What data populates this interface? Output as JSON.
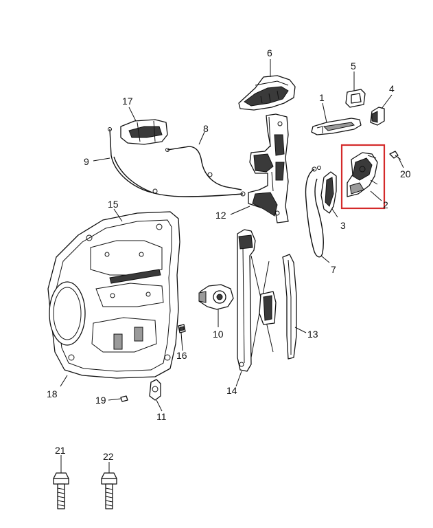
{
  "diagram": {
    "callouts": [
      "1",
      "2",
      "3",
      "4",
      "5",
      "6",
      "7",
      "8",
      "9",
      "10",
      "11",
      "12",
      "13",
      "14",
      "15",
      "16",
      "17",
      "18",
      "19",
      "20",
      "21",
      "22"
    ],
    "highlight_color": "#d42a2a",
    "highlighted_callout": "2"
  }
}
